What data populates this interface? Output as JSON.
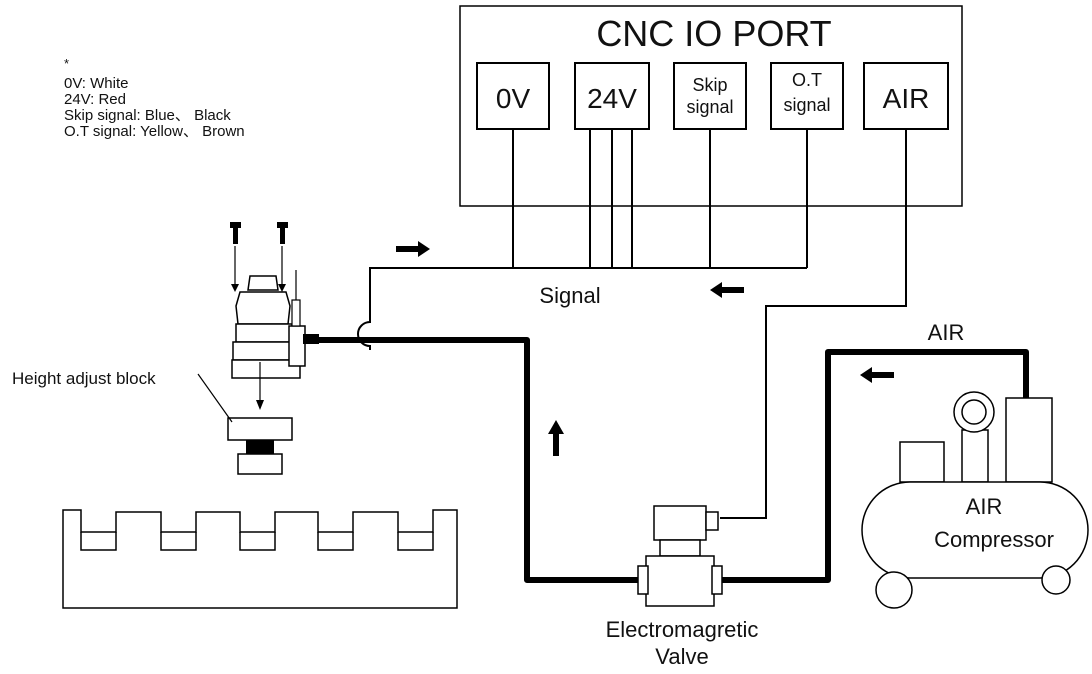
{
  "legend": {
    "marker": "*",
    "lines": [
      "0V: White",
      "24V: Red",
      "Skip signal: Blue、 Black",
      "O.T signal: Yellow、 Brown"
    ]
  },
  "cnc_io_port": {
    "title": "CNC IO PORT",
    "terminals": [
      {
        "id": "0v",
        "lines": [
          "0V"
        ]
      },
      {
        "id": "24v",
        "lines": [
          "24V"
        ]
      },
      {
        "id": "skip",
        "lines": [
          "Skip",
          "signal"
        ]
      },
      {
        "id": "ot",
        "lines": [
          "O.T",
          "signal"
        ]
      },
      {
        "id": "air",
        "lines": [
          "AIR"
        ]
      }
    ]
  },
  "labels": {
    "signal": "Signal",
    "air_line": "AIR",
    "height_adjust_block": "Height adjust block",
    "compressor_line1": "AIR",
    "compressor_line2": "Compressor",
    "valve_line1": "Electromagretic",
    "valve_line2": "Valve"
  }
}
